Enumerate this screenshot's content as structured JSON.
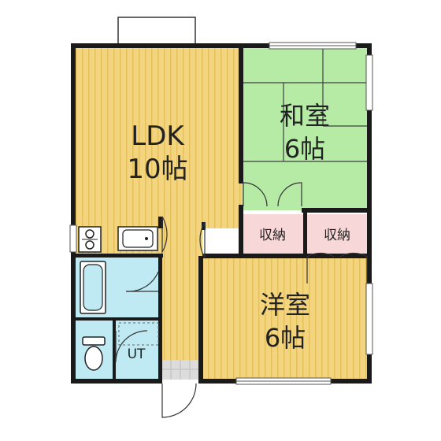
{
  "colors": {
    "wood": "#f2d57e",
    "wood_stripe": "#e4bf5c",
    "tatami": "#b6eba6",
    "tatami_line": "#3f3f3f",
    "storage": "#f7d7d7",
    "water": "#bfeaf3",
    "wall": "#1a1a1a",
    "tile": "#dcdcdc"
  },
  "rooms": {
    "ldk": {
      "name": "LDK",
      "size": "10帖"
    },
    "washitsu": {
      "name": "和室",
      "size": "6帖"
    },
    "youshitsu": {
      "name": "洋室",
      "size": "6帖"
    },
    "storage_left": {
      "name": "収納"
    },
    "storage_right": {
      "name": "収納"
    },
    "ut": {
      "name": "UT"
    }
  }
}
